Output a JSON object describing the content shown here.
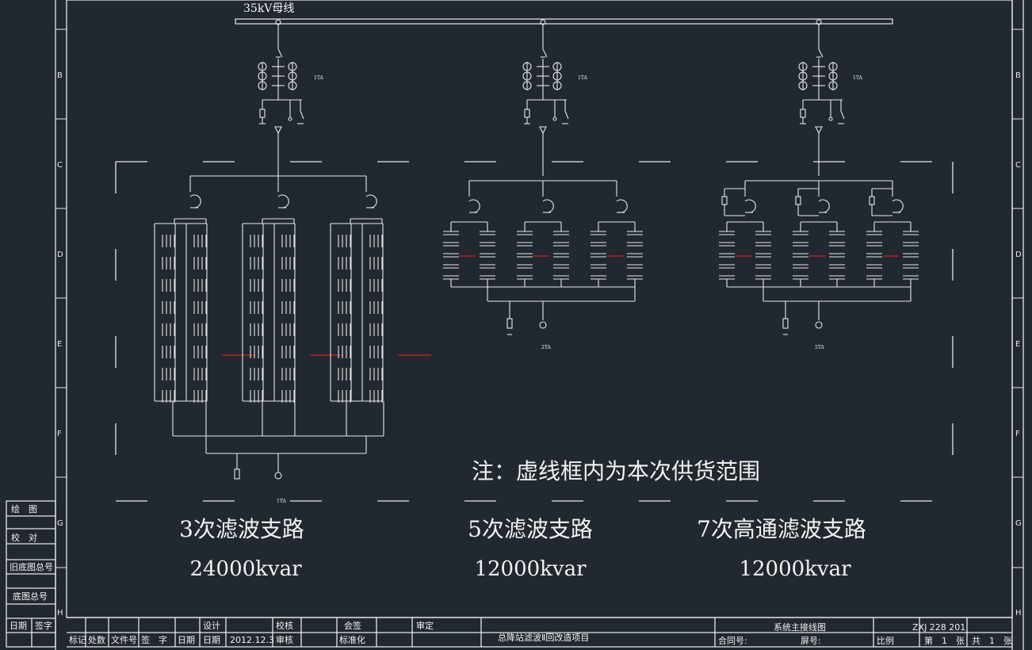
{
  "bus": {
    "label": "35kV母线"
  },
  "zone_rows_left": [
    "B",
    "C",
    "D",
    "E",
    "F",
    "G",
    "H"
  ],
  "zone_rows_right": [
    "B",
    "C",
    "D",
    "E",
    "F",
    "G",
    "H"
  ],
  "branches": [
    {
      "name": "3次滤波支路",
      "capacity": "24000kvar",
      "feeder_ct": "1TA",
      "unbalance_ct": "1TA"
    },
    {
      "name": "5次滤波支路",
      "capacity": "12000kvar",
      "feeder_ct": "1TA",
      "unbalance_ct": "2TA"
    },
    {
      "name": "7次高通滤波支路",
      "capacity": "12000kvar",
      "feeder_ct": "1TA",
      "unbalance_ct": "5TA"
    }
  ],
  "note": "注：虚线框内为本次供货范围",
  "left_block": {
    "draw": "绘　图",
    "check": "校　对",
    "old_base_no": "旧底图总号",
    "base_no": "底图总号",
    "date": "日期",
    "sign": "签字"
  },
  "title_block": {
    "mark": "标记",
    "count": "处数",
    "file_no": "文件号",
    "signature": "签　字",
    "date_col": "日期",
    "design": "设计",
    "date_label": "日期",
    "date_value": "2012.12.3",
    "proofread": "校核",
    "review": "审核",
    "countersign": "会签",
    "standardize": "标准化",
    "approve": "审定",
    "project": "总降站滤波Ⅱ回改造项目",
    "drawing_name": "系统主接线图",
    "drawing_no": "ZXJ 228 201",
    "contract_no": "合同号:",
    "screen_no": "屏号:",
    "scale": "比例",
    "sheet": "第　1　张",
    "total": "共　1　张"
  }
}
